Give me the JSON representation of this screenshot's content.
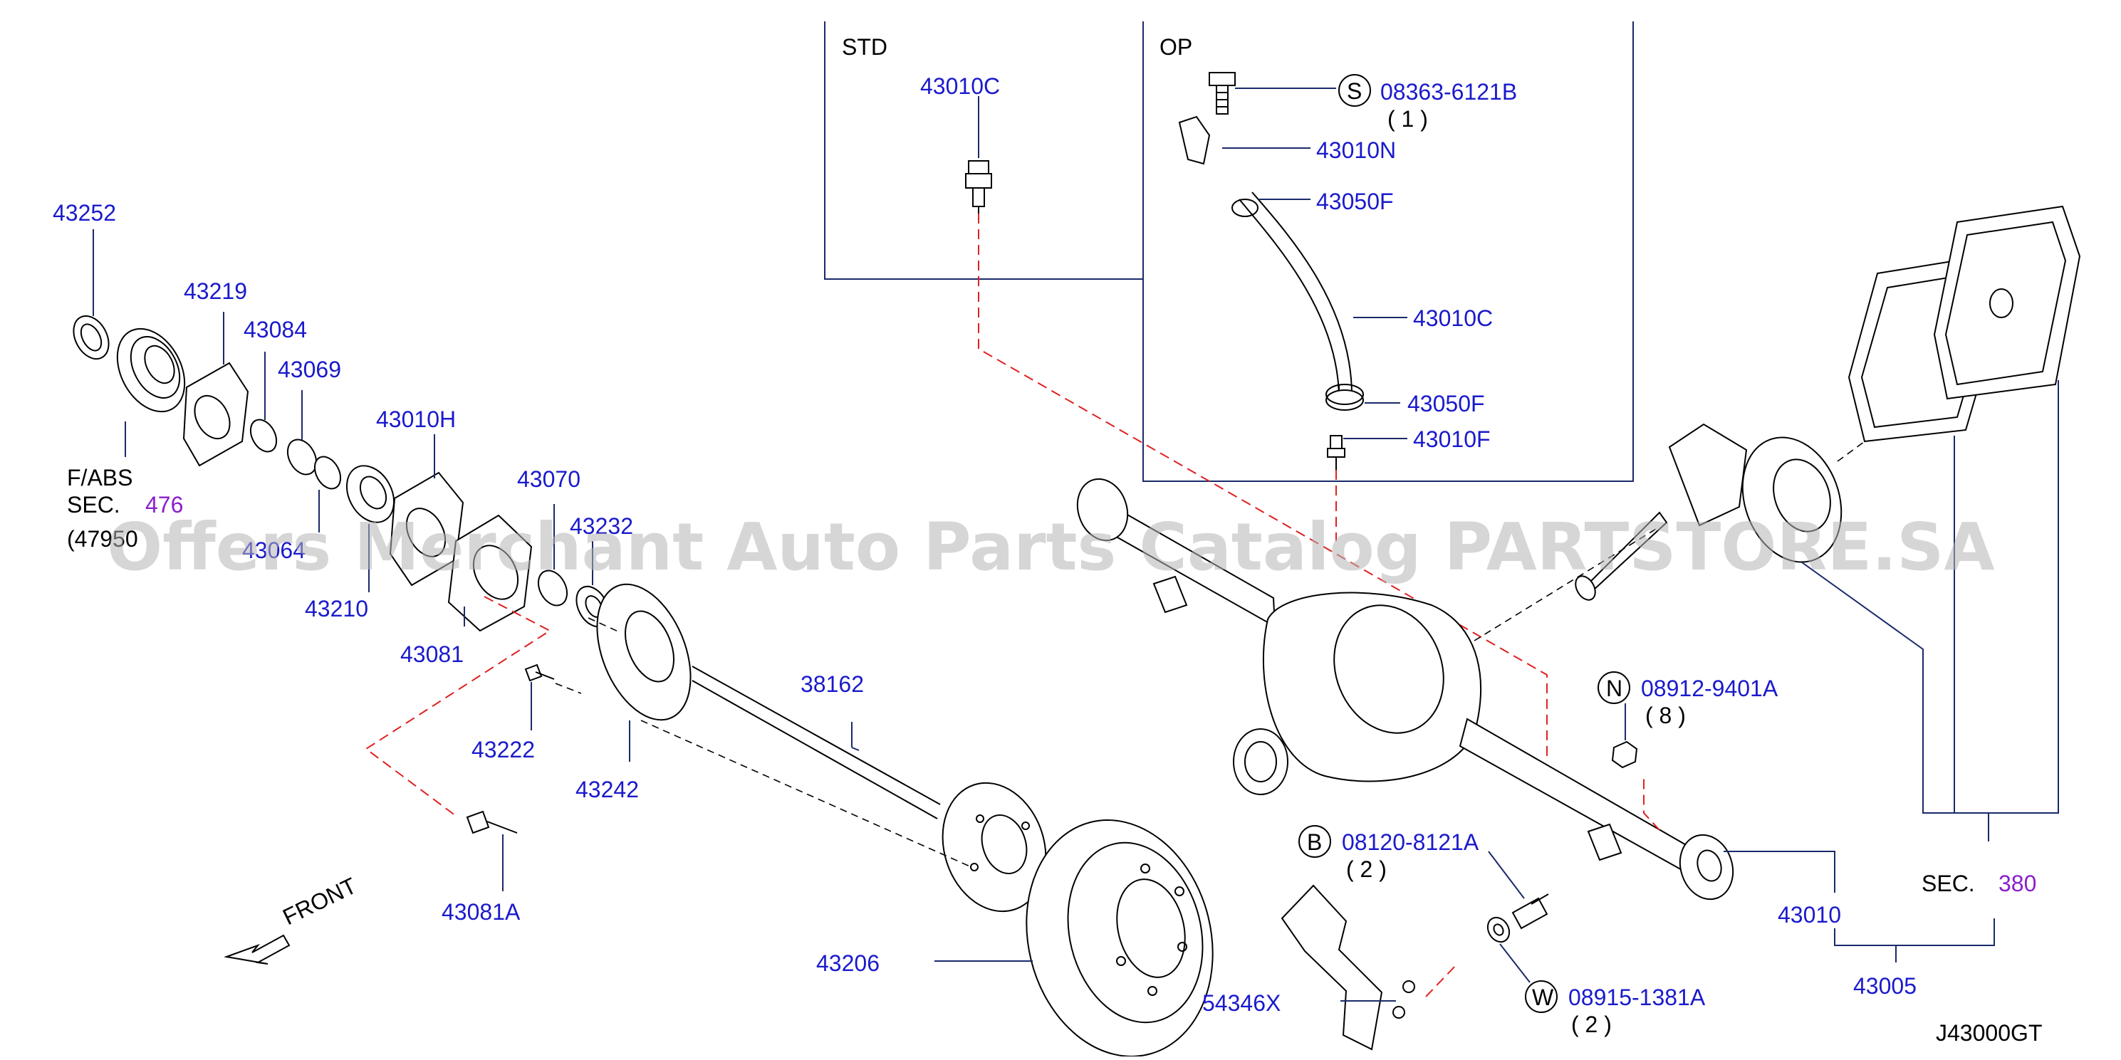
{
  "diagram": {
    "code": "J43000GT",
    "box_std": "STD",
    "box_op": "OP",
    "front": "FRONT",
    "watermark": "Offers Merchant Auto Parts Catalog PARTSTORE.SA",
    "sec476": {
      "line1": "F/ABS",
      "line2": "SEC.",
      "num": "476",
      "line3": "(47950"
    },
    "sec380": {
      "label": "SEC.",
      "num": "380"
    },
    "callouts": {
      "c43252": "43252",
      "c43219": "43219",
      "c43084": "43084",
      "c43069": "43069",
      "c43010H": "43010H",
      "c43070": "43070",
      "c43232": "43232",
      "c43064": "43064",
      "c43210": "43210",
      "c43081": "43081",
      "c43222": "43222",
      "c43242": "43242",
      "c38162": "38162",
      "c43081A": "43081A",
      "c43206": "43206",
      "c54346X": "54346X",
      "c43010": "43010",
      "c43005": "43005",
      "c43010C_std": "43010C",
      "c43010N": "43010N",
      "c43050F_a": "43050F",
      "c43010C_op": "43010C",
      "c43050F_b": "43050F",
      "c43010F": "43010F"
    },
    "symbols": {
      "s": {
        "letter": "S",
        "part": "08363-6121B",
        "qty": "( 1 )"
      },
      "n": {
        "letter": "N",
        "part": "08912-9401A",
        "qty": "( 8 )"
      },
      "b": {
        "letter": "B",
        "part": "08120-8121A",
        "qty": "( 2 )"
      },
      "w": {
        "letter": "W",
        "part": "08915-1381A",
        "qty": "( 2 )"
      }
    }
  }
}
